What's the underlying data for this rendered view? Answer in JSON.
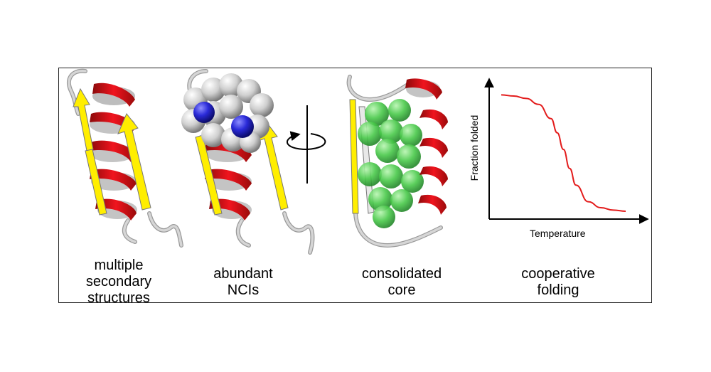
{
  "panels": [
    {
      "caption_lines": [
        "multiple",
        "secondary",
        "structures"
      ]
    },
    {
      "caption_lines": [
        "abundant",
        "NCIs"
      ]
    },
    {
      "caption_lines": [
        "consolidated",
        "core"
      ]
    },
    {
      "caption_lines": [
        "cooperative",
        "folding"
      ]
    }
  ],
  "chart_data": {
    "type": "line",
    "title": "",
    "xlabel": "Temperature",
    "ylabel": "Fraction folded",
    "series": [
      {
        "x": [
          0.0,
          0.1,
          0.2,
          0.3,
          0.4,
          0.45,
          0.5,
          0.55,
          0.6,
          0.7,
          0.8,
          0.9,
          1.0
        ],
        "values": [
          0.98,
          0.97,
          0.95,
          0.9,
          0.78,
          0.66,
          0.52,
          0.36,
          0.22,
          0.08,
          0.03,
          0.01,
          0.0
        ]
      }
    ]
  },
  "colors": {
    "helix": "#e0111b",
    "helix_inner": "#c9c9c9",
    "strand": "#ffee00",
    "coil": "#c8c8c8",
    "atom_carbon": "#d8d8d8",
    "atom_nitrogen": "#2d2fd6",
    "core_sphere": "#43c94a",
    "curve": "#e31b1b"
  }
}
